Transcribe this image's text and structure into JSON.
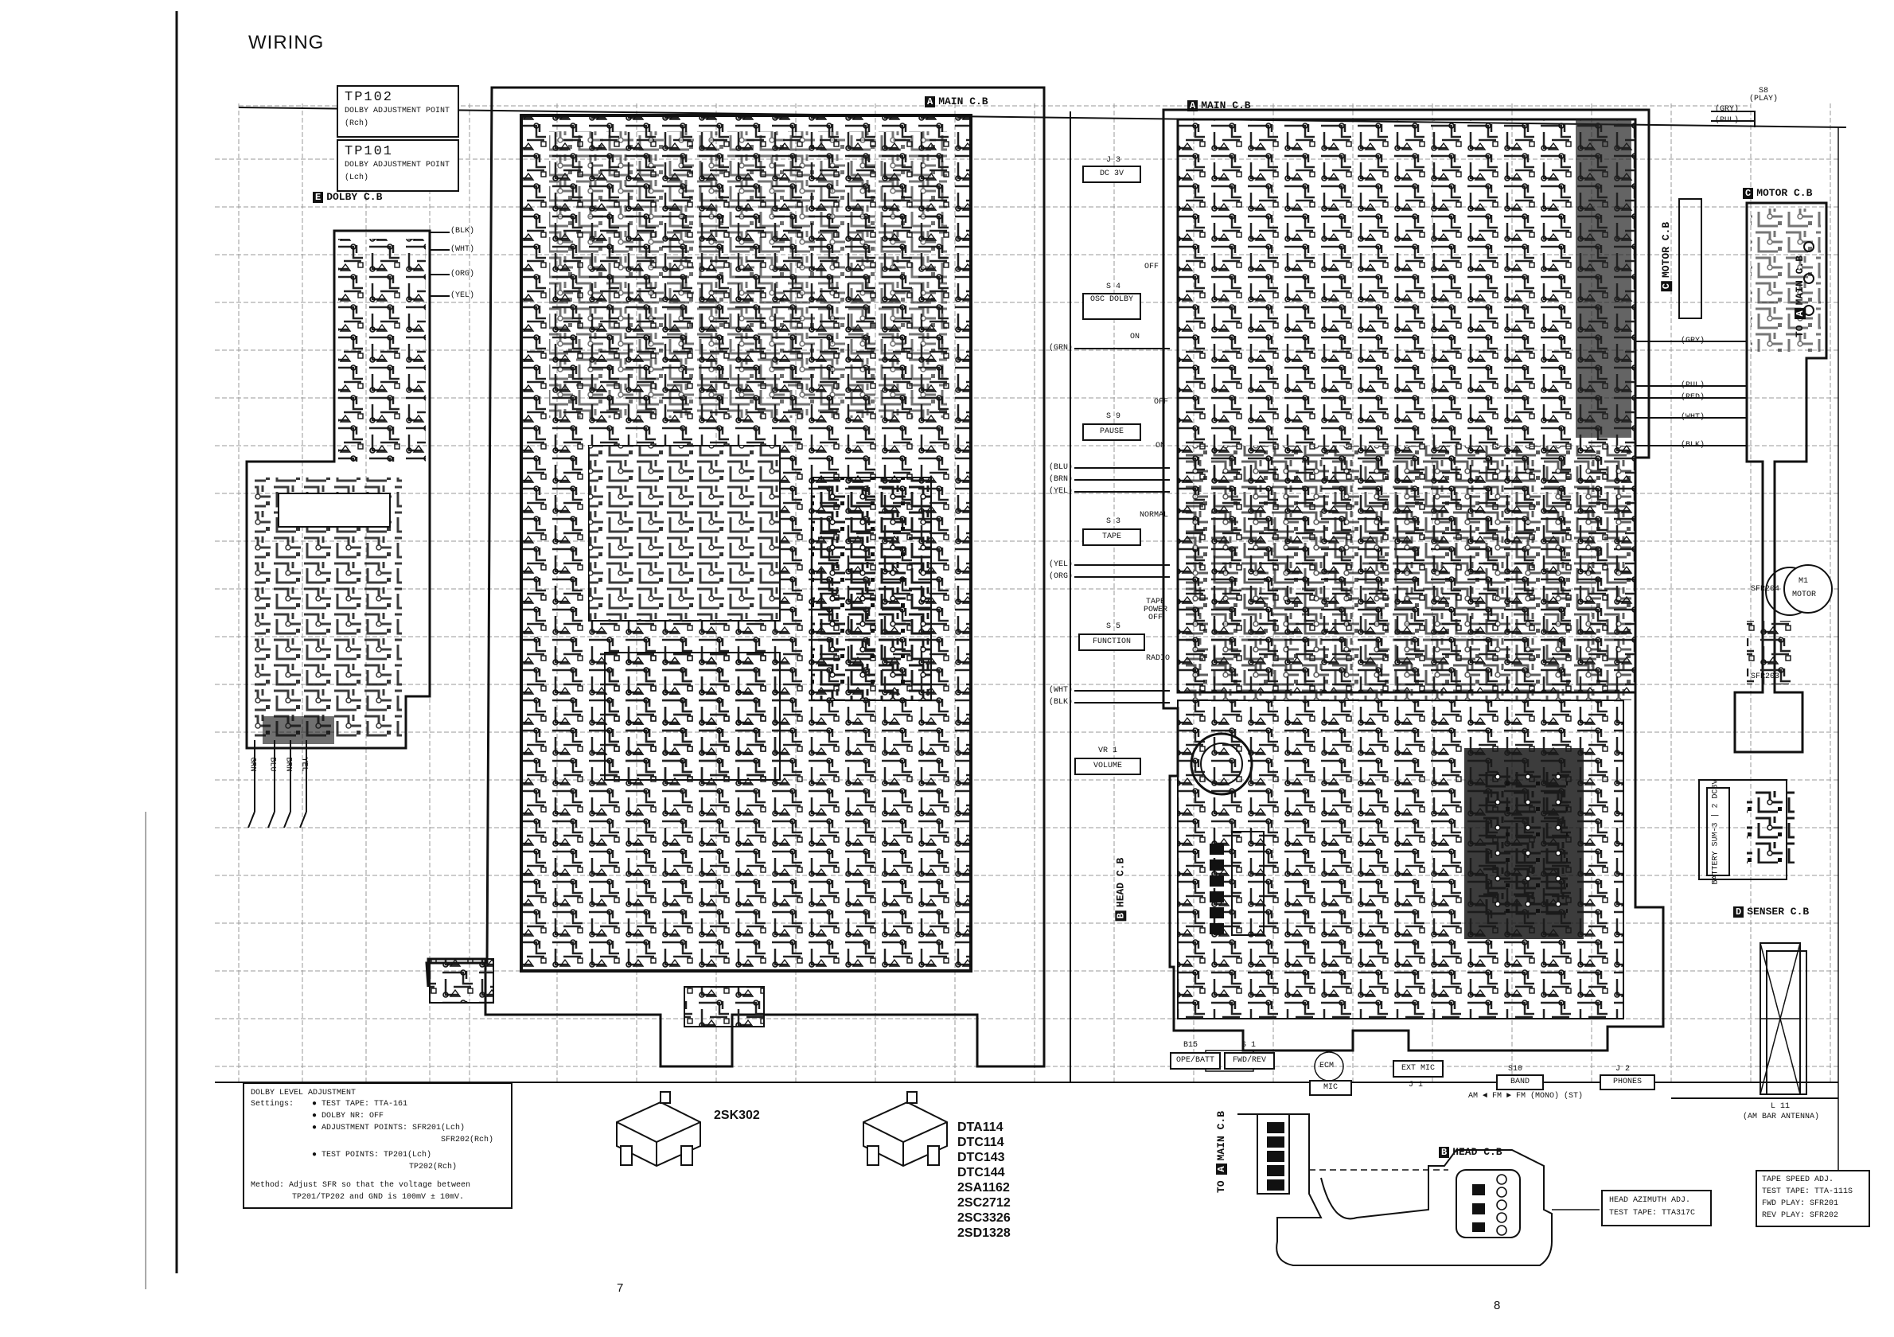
{
  "title": "WIRING",
  "tp102": {
    "name": "TP102",
    "desc": "DOLBY ADJUSTMENT POINT",
    "ch": "(Rch)"
  },
  "tp101": {
    "name": "TP101",
    "desc": "DOLBY ADJUSTMENT POINT",
    "ch": "(Lch)"
  },
  "boards": {
    "main_left": {
      "tag": "A",
      "label": "MAIN C.B"
    },
    "main_right": {
      "tag": "A",
      "label": "MAIN C.B"
    },
    "dolby": {
      "tag": "E",
      "label": "DOLBY C.B"
    },
    "motor": {
      "tag": "C",
      "label": "MOTOR C.B"
    },
    "motor_vertical": {
      "tag": "C",
      "label": "MOTOR C.B"
    },
    "to_main_vertical": {
      "prefix": "TO",
      "tag": "A",
      "label": "MAIN C.B"
    },
    "head_vertical": {
      "tag": "B",
      "label": "HEAD C.B"
    },
    "senser": {
      "tag": "D",
      "label": "SENSER C.B"
    },
    "head": {
      "tag": "B",
      "label": "HEAD C.B"
    },
    "to_main_head": {
      "prefix": "TO",
      "tag": "A",
      "label": "MAIN C.B"
    }
  },
  "switches": {
    "s8": {
      "name": "S8",
      "sub": "(PLAY)"
    },
    "j3": {
      "name": "J 3",
      "value": "DC 3V"
    },
    "s4": {
      "name": "S 4",
      "value": "OSC DOLBY"
    },
    "s9": {
      "name": "S 9",
      "value": "PAUSE"
    },
    "s3": {
      "name": "S 3",
      "value": "TAPE"
    },
    "s5": {
      "name": "S 5",
      "value": "FUNCTION"
    },
    "vr1": {
      "name": "VR 1",
      "value": "VOLUME"
    },
    "off1": "OFF",
    "on1": "ON",
    "off2": "OFF",
    "on2": "ON",
    "normal": "NORMAL",
    "tape_power": "TAPE POWER OFF",
    "radio": "RADIO"
  },
  "wires_left": [
    "(BLK)",
    "(WHT)",
    "(ORG)",
    "(YEL)"
  ],
  "wires_mid": [
    "(GRN)",
    "(BLU)",
    "(BRN)",
    "(YEL)",
    "(YEL)",
    "(ORG)",
    "(WHT)",
    "(BLK)"
  ],
  "wires_right": [
    "(GRY)",
    "(PUL)",
    "(RED)",
    "(WHT)",
    "(BLK)"
  ],
  "wires_bottom": [
    "GRN",
    "BLU",
    "BRN",
    "YEL"
  ],
  "s8_wires": [
    "(GRY)",
    "(PUL)"
  ],
  "motor_label": {
    "m": "M1",
    "text": "MOTOR"
  },
  "sfr": [
    "SFR204",
    "SFR203"
  ],
  "battery": "BATTERY SUM-3 | 2 DC3V",
  "bottom_jacks": [
    {
      "top": "B15",
      "box": "OPE/BATT"
    },
    {
      "top": "S 1",
      "box": "FWD/REV"
    },
    {
      "top": "",
      "box": "ECM"
    },
    {
      "top": "",
      "box": "MIC"
    },
    {
      "top": "J 1",
      "box": "EXT MIC"
    },
    {
      "top": "S10",
      "box": "BAND"
    },
    {
      "top": "J 2",
      "box": "PHONES"
    }
  ],
  "band_text": "AM ◄ FM ► FM (MONO) (ST)",
  "l11": {
    "name": "L 11",
    "desc": "(AM BAR ANTENNA)"
  },
  "dolby_adj": {
    "title": "DOLBY LEVEL ADJUSTMENT",
    "settings_label": "Settings:",
    "items": [
      "● TEST TAPE: TTA-161",
      "● DOLBY NR: OFF",
      "● ADJUSTMENT POINTS: SFR201(Lch)",
      "SFR202(Rch)",
      "● TEST POINTS: TP201(Lch)",
      "TP202(Rch)"
    ],
    "method1": "Method: Adjust SFR so that the voltage between",
    "method2": "TP201/TP202 and GND is 100mV ± 10mV."
  },
  "part_2sk": "2SK302",
  "parts_list": [
    "DTA114",
    "DTC114",
    "DTC143",
    "DTC144",
    "2SA1162",
    "2SC2712",
    "2SC3326",
    "2SD1328"
  ],
  "head_adj": {
    "line1": "HEAD AZIMUTH ADJ.",
    "line2": "TEST TAPE: TTA317C"
  },
  "tape_speed": {
    "line1": "TAPE SPEED ADJ.",
    "line2": "TEST TAPE: TTA-111S",
    "line3": "FWD PLAY: SFR201",
    "line4": "REV PLAY: SFR202"
  },
  "page_numbers": [
    "7",
    "8"
  ]
}
